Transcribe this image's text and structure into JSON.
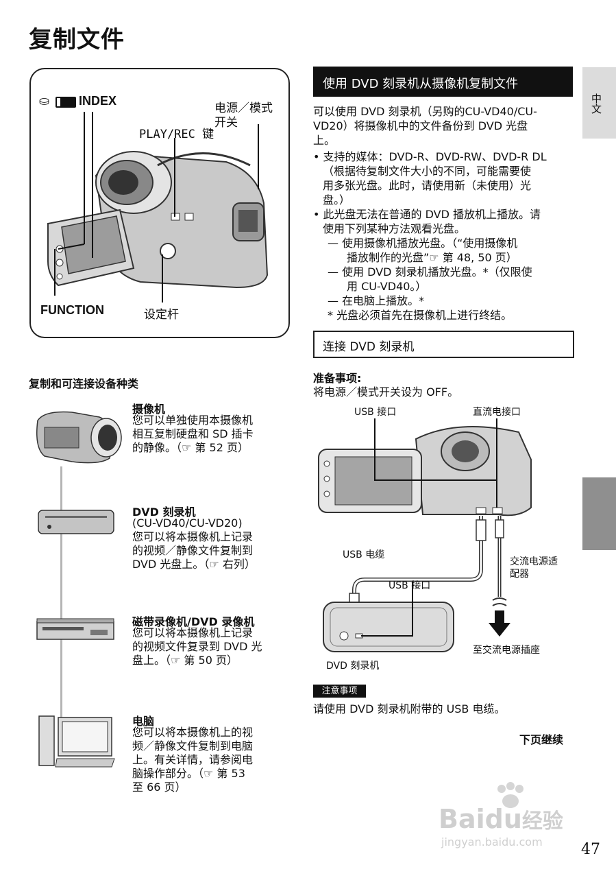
{
  "page": {
    "title": "复制文件",
    "number": "47",
    "lang_tab": "中文"
  },
  "diagram": {
    "index_label": "INDEX",
    "power_label_1": "电源／模式",
    "power_label_2": "开关",
    "playrec_label": "PLAY/REC 键",
    "function_label": "FUNCTION",
    "lever_label": "设定杆"
  },
  "devices": {
    "heading": "复制和可连接设备种类",
    "items": [
      {
        "title": "摄像机",
        "lines": [
          "您可以单独使用本摄像机",
          "相互复制硬盘和 SD 插卡",
          "的静像。（☞ 第 52 页）"
        ]
      },
      {
        "title": "DVD 刻录机",
        "lines": [
          "(CU-VD40/CU-VD20)",
          "您可以将本摄像机上记录",
          "的视频／静像文件复制到",
          "DVD 光盘上。（☞ 右列）"
        ]
      },
      {
        "title": "磁带录像机/DVD 录像机",
        "lines": [
          "您可以将本摄像机上记录",
          "的视频文件复录到 DVD 光",
          "盘上。（☞ 第 50 页）"
        ]
      },
      {
        "title": "电脑",
        "lines": [
          "您可以将本摄像机上的视",
          "频／静像文件复制到电脑",
          "上。有关详情，请参阅电",
          "脑操作部分。（☞ 第 53",
          "至 66 页）"
        ]
      }
    ]
  },
  "section1": {
    "heading": "使用 DVD 刻录机从摄像机复制文件",
    "intro": [
      "可以使用 DVD 刻录机（另购的CU-VD40/CU-",
      "VD20）将摄像机中的文件备份到 DVD 光盘",
      "上。"
    ],
    "bullet1": [
      "• 支持的媒体：DVD-R、DVD-RW、DVD-R DL",
      "（根据待复制文件大小的不同，可能需要使",
      "用多张光盘。此时，请使用新（未使用）光",
      "盘。）"
    ],
    "bullet2": [
      "• 此光盘无法在普通的 DVD 播放机上播放。请",
      "使用下列某种方法观看光盘。"
    ],
    "dash1": [
      "— 使用摄像机播放光盘。（“使用摄像机",
      "播放制作的光盘”☞ 第 48, 50 页）"
    ],
    "dash2": [
      "— 使用 DVD 刻录机播放光盘。*（仅限使",
      "用 CU-VD40。）"
    ],
    "dash3": "— 在电脑上播放。*",
    "footnote": "* 光盘必须首先在摄像机上进行终结。"
  },
  "section2": {
    "heading": "连接 DVD 刻录机",
    "prep_title": "准备事项:",
    "prep_text": "将电源／模式开关设为 OFF。",
    "labels": {
      "usb_port_top": "USB 接口",
      "dc_port": "直流电接口",
      "usb_cable": "USB 电缆",
      "ac_adapter_1": "交流电源适",
      "ac_adapter_2": "配器",
      "usb_port_bottom": "USB 接口",
      "to_outlet": "至交流电源插座",
      "dvd_writer": "DVD 刻录机"
    },
    "note_tag": "注意事项",
    "note_text": "请使用 DVD 刻录机附带的 USB 电缆。",
    "continue": "下页继续"
  },
  "watermark": {
    "text1": "Bai",
    "text2": "du",
    "text3": "经验",
    "url": "jingyan.baidu.com"
  }
}
